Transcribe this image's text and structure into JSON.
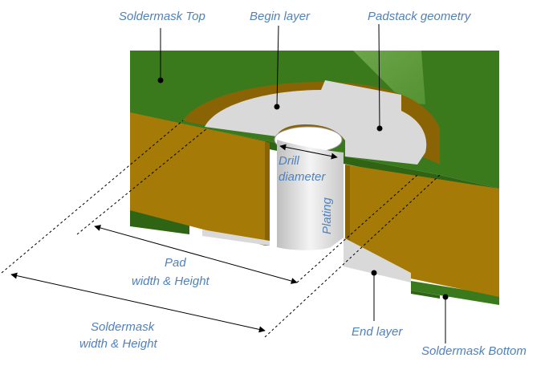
{
  "labels": {
    "soldermask_top": "Soldermask Top",
    "begin_layer": "Begin layer",
    "padstack_geometry": "Padstack geometry",
    "drill_line1": "Drill",
    "drill_line2": "diameter",
    "plating": "Plating",
    "pad_line1": "Pad",
    "pad_line2": "width & Height",
    "soldermask_line1": "Soldermask",
    "soldermask_line2": "width & Height",
    "end_layer": "End layer",
    "soldermask_bottom": "Soldermask Bottom"
  },
  "colors": {
    "soldermask_green": "#3a7a1c",
    "soldermask_dark": "#2f6415",
    "laminate": "#a67a06",
    "laminate_dark": "#8a6404",
    "copper_pad": "#d9d9d9",
    "plating": "#ececec",
    "label_blue": "#4f81bd"
  }
}
